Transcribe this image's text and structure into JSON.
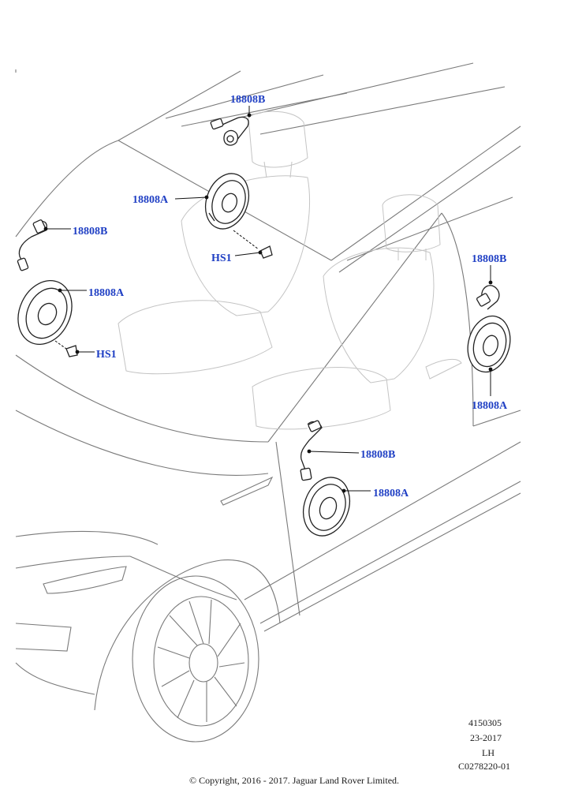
{
  "diagram": {
    "callouts": {
      "rear_wire": "18808B",
      "rear_speaker": "18808A",
      "rear_screw": "HS1",
      "left_wire": "18808B",
      "left_speaker": "18808A",
      "left_screw": "HS1",
      "right_wire": "18808B",
      "right_speaker": "18808A",
      "front_wire": "18808B",
      "front_speaker": "18808A"
    },
    "reference": {
      "illustration_number": "4150305",
      "date_code": "23-2017",
      "side": "LH",
      "catalogue_code": "C0278220-01"
    },
    "copyright": "© Copyright, 2016 - 2017. Jaguar Land Rover Limited."
  }
}
